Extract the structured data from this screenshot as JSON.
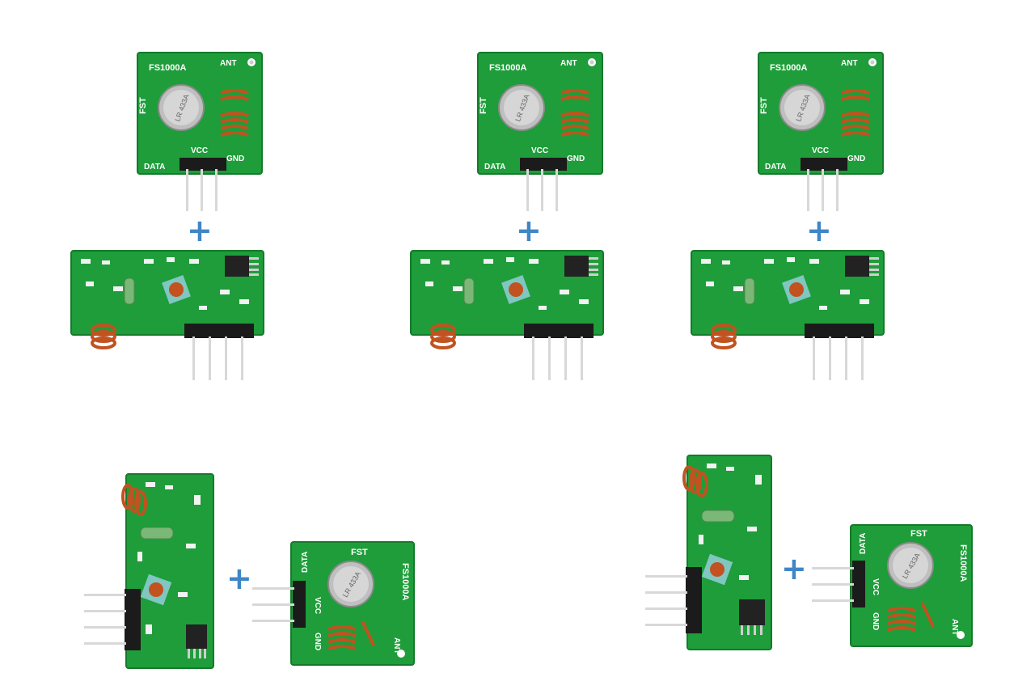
{
  "colors": {
    "pcb": "#1e9d3a",
    "pcb_dark": "#157a2b",
    "silk": "#ffffff",
    "copper": "#c2521f",
    "can": "#c9c9c9",
    "plus": "#3f86c6",
    "header": "#1b1b1b",
    "pin": "#d8d8d8"
  },
  "transmitter": {
    "model": "FS1000A",
    "brand": "FST",
    "crystal": "433A",
    "crystal_prefix": "LR",
    "ant": "ANT",
    "data": "DATA",
    "vcc": "VCC",
    "gnd": "GND"
  },
  "plus_symbol": "+",
  "module_icons": [
    "transmitter-module-image",
    "receiver-module-image"
  ]
}
